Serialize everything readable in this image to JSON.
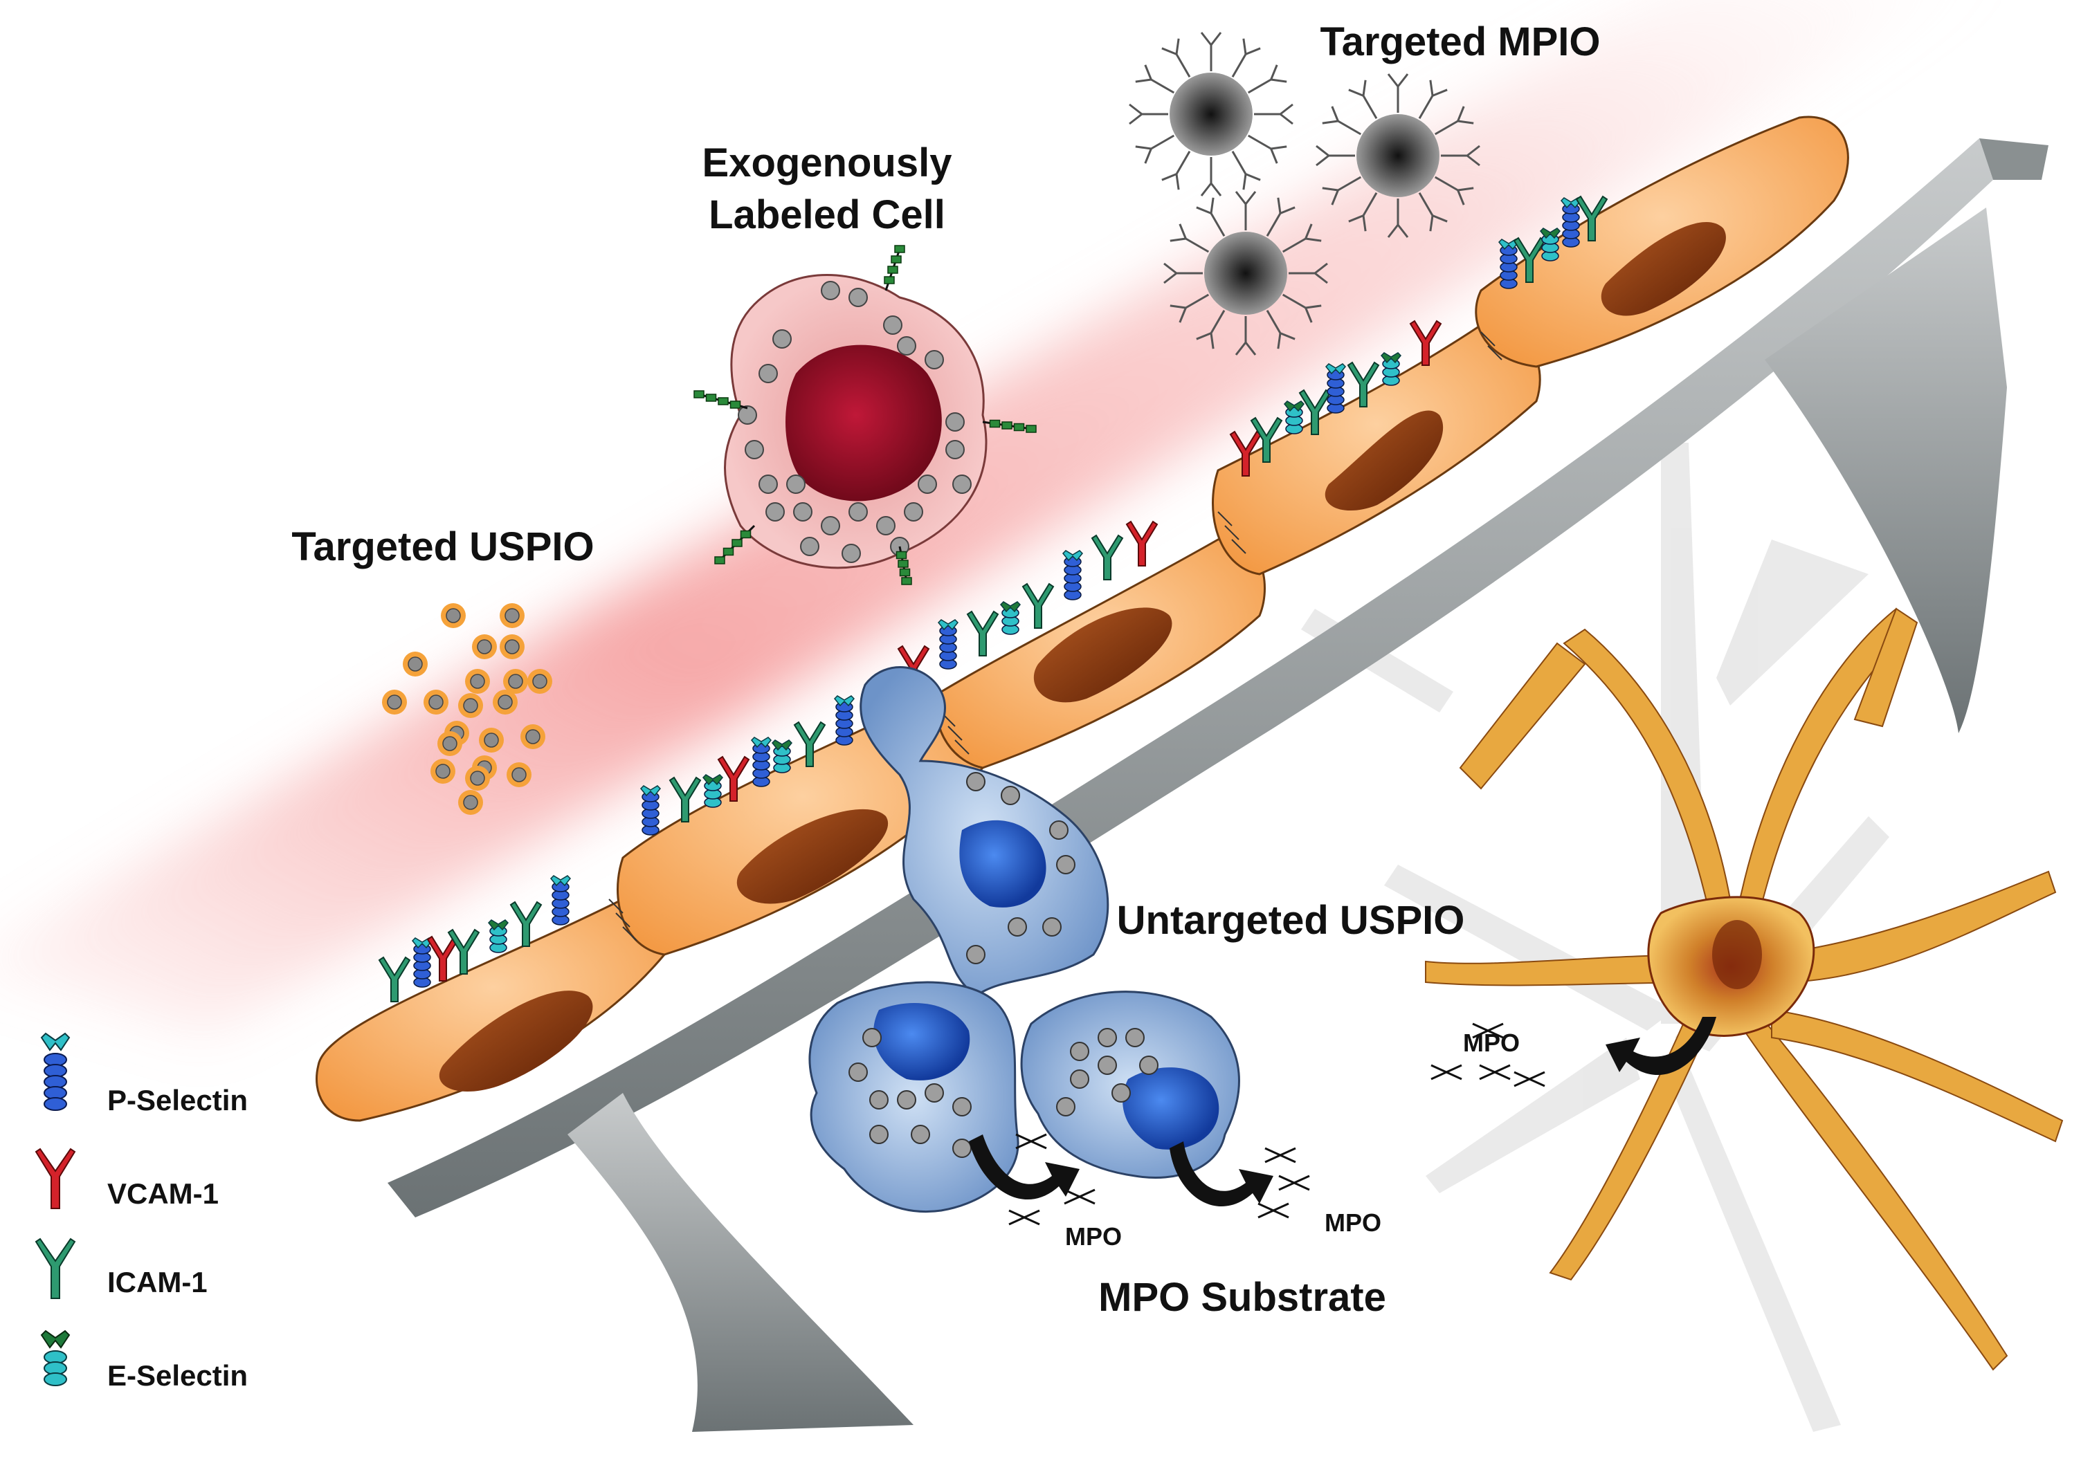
{
  "labels": {
    "targeted_mpio": "Targeted MPIO",
    "exo_line1": "Exogenously",
    "exo_line2": "Labeled Cell",
    "targeted_uspio": "Targeted USPIO",
    "untargeted_uspio": "Untargeted USPIO",
    "mpo_substrate": "MPO Substrate",
    "mpo": "MPO"
  },
  "legend": [
    {
      "label": "P-Selectin",
      "icon": "p-selectin-icon"
    },
    {
      "label": "VCAM-1",
      "icon": "vcam-icon"
    },
    {
      "label": "ICAM-1",
      "icon": "icam-icon"
    },
    {
      "label": "E-Selectin",
      "icon": "e-selectin-icon"
    }
  ],
  "colors": {
    "endothelium": "#f5a55a",
    "nucleus": "#8a3a0c",
    "membrane_gray": "#9a9e9f",
    "inflammation": "#f59a9a",
    "p_selectin": "#2f5fd6",
    "vcam": "#d4222a",
    "icam": "#2e9a70",
    "e_selectin": "#1e7a3a",
    "leukocyte": "#7fa6d6",
    "labeled_cell": "#f2b2b2",
    "labeled_nucleus": "#a0102a",
    "astrocyte": "#d9902a"
  }
}
